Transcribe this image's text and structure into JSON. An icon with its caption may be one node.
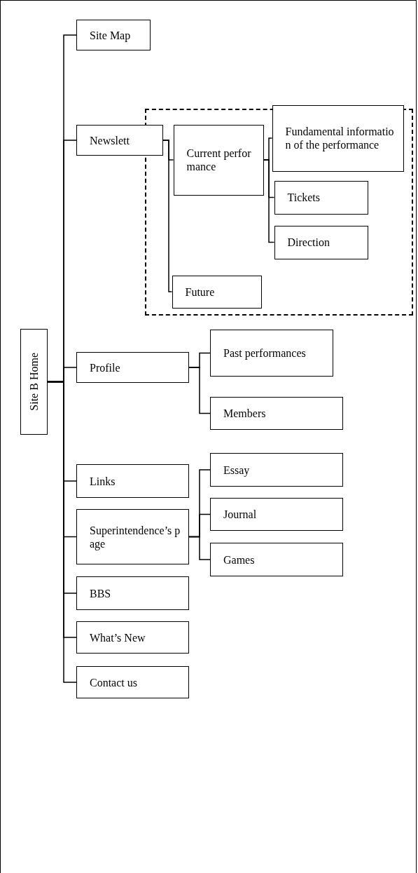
{
  "diagram": {
    "nodes": [
      {
        "text": [
          "Site B Home"
        ]
      },
      {
        "text": [
          "Site Map"
        ]
      },
      {
        "text": [
          "Newslett"
        ]
      },
      {
        "text": [],
        "shape": "box"
      },
      {
        "text": [
          "Current performance"
        ],
        "in": 3
      },
      {
        "text": [
          "Fundamental information of the performance"
        ],
        "in": 3
      },
      {
        "text": [
          "Tickets"
        ],
        "in": 3
      },
      {
        "text": [
          "Direction"
        ],
        "in": 3
      },
      {
        "text": [
          "Future"
        ],
        "in": 3
      },
      {
        "text": [
          "Profile"
        ]
      },
      {
        "text": [
          "Past performances"
        ]
      },
      {
        "text": [
          "Members"
        ]
      },
      {
        "text": [
          "Links"
        ]
      },
      {
        "text": [
          "Superintendence’s page"
        ]
      },
      {
        "text": [
          "Essay"
        ]
      },
      {
        "text": [
          "Journal"
        ]
      },
      {
        "text": [
          "Games"
        ]
      },
      {
        "text": [
          "BBS"
        ]
      },
      {
        "text": [
          "What’s New"
        ]
      },
      {
        "text": [
          "Contact us"
        ]
      }
    ],
    "edges": [
      {
        "from": 0,
        "to": 1,
        "arrow": "none"
      },
      {
        "from": 0,
        "to": 2,
        "arrow": "none"
      },
      {
        "from": 2,
        "to": 4,
        "arrow": "none"
      },
      {
        "from": 4,
        "to": 5,
        "arrow": "none"
      },
      {
        "from": 4,
        "to": 6,
        "arrow": "none"
      },
      {
        "from": 4,
        "to": 7,
        "arrow": "none"
      },
      {
        "from": 2,
        "to": 8,
        "arrow": "none"
      },
      {
        "from": 0,
        "to": 9,
        "arrow": "none"
      },
      {
        "from": 9,
        "to": 10,
        "arrow": "none"
      },
      {
        "from": 9,
        "to": 11,
        "arrow": "none"
      },
      {
        "from": 0,
        "to": 12,
        "arrow": "none"
      },
      {
        "from": 0,
        "to": 13,
        "arrow": "none"
      },
      {
        "from": 13,
        "to": 14,
        "arrow": "none"
      },
      {
        "from": 13,
        "to": 15,
        "arrow": "none"
      },
      {
        "from": 13,
        "to": 16,
        "arrow": "none"
      },
      {
        "from": 0,
        "to": 17,
        "arrow": "none"
      },
      {
        "from": 0,
        "to": 18,
        "arrow": "none"
      },
      {
        "from": 0,
        "to": 19,
        "arrow": "none"
      }
    ]
  }
}
